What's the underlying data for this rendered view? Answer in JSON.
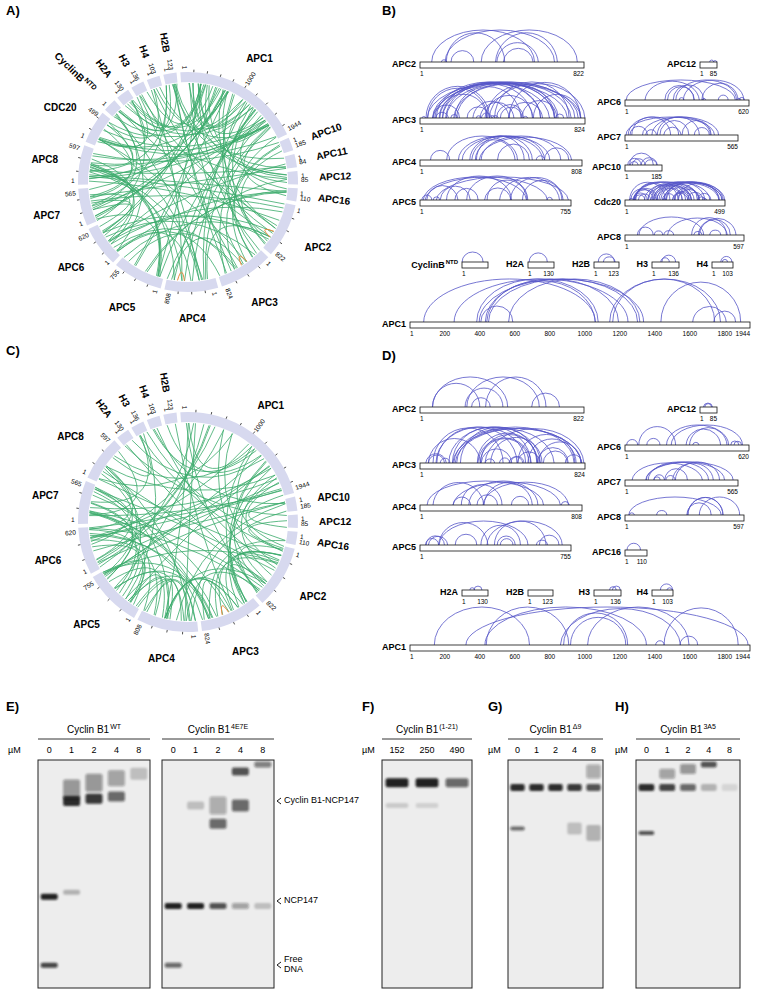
{
  "diagram": {
    "labels": [
      "A)",
      "APC1",
      "1",
      "1944",
      "APC10",
      "1",
      "185",
      "APC11",
      "1",
      "84",
      "APC12",
      "1",
      "85",
      "APC16",
      "1",
      "110",
      "APC2",
      "1",
      "822",
      "APC3",
      "1",
      "824",
      "APC4",
      "1",
      "808",
      "APC5",
      "1",
      "755",
      "APC6",
      "1",
      "620",
      "APC7",
      "1",
      "565",
      "APC8",
      "1",
      "597",
      "CDC20",
      "1",
      "499",
      "CyclinB",
      "NTD",
      "1",
      "H2A",
      "1",
      "130",
      "H3",
      "1",
      "136",
      "H4",
      "1",
      "103",
      "H2B",
      "1",
      "123",
      "1000",
      "B)",
      "APC2",
      "1",
      "822",
      "APC3",
      "1",
      "824",
      "APC4",
      "1",
      "808",
      "APC5",
      "1",
      "755",
      "APC12",
      "1",
      "85",
      "APC6",
      "1",
      "620",
      "APC7",
      "1",
      "565",
      "APC10",
      "1",
      "185",
      "Cdc20",
      "1",
      "499",
      "APC8",
      "1",
      "597",
      "CyclinB",
      "NTD",
      "1",
      "H2A",
      "1",
      "130",
      "H2B",
      "1",
      "123",
      "H3",
      "1",
      "136",
      "H4",
      "1",
      "103",
      "APC1",
      "1",
      "200",
      "400",
      "600",
      "800",
      "1000",
      "1200",
      "1400",
      "1600",
      "1800",
      "1944",
      "C)",
      "APC1",
      "1",
      "1944",
      "APC10",
      "1",
      "185",
      "APC12",
      "1",
      "85",
      "APC16",
      "1",
      "110",
      "APC2",
      "1",
      "822",
      "APC3",
      "1",
      "824",
      "APC4",
      "1",
      "808",
      "APC5",
      "1",
      "755",
      "APC6",
      "1",
      "620",
      "APC7",
      "1",
      "565",
      "APC8",
      "1",
      "597",
      "H2A",
      "1",
      "130",
      "H3",
      "1",
      "136",
      "H4",
      "1",
      "103",
      "H2B",
      "1",
      "123",
      "1000",
      "D)",
      "APC2",
      "1",
      "822",
      "APC3",
      "1",
      "824",
      "APC4",
      "1",
      "808",
      "APC5",
      "1",
      "755",
      "APC12",
      "1",
      "85",
      "APC6",
      "1",
      "620",
      "APC7",
      "1",
      "565",
      "APC8",
      "1",
      "597",
      "APC16",
      "1",
      "110",
      "H2A",
      "1",
      "130",
      "H2B",
      "1",
      "123",
      "H3",
      "1",
      "136",
      "H4",
      "1",
      "103",
      "APC1",
      "1",
      "200",
      "400",
      "600",
      "800",
      "1000",
      "1200",
      "1400",
      "1600",
      "1800",
      "1944",
      "E)",
      "Cyclin B1",
      "WT",
      "Cyclin B1",
      "4E7E",
      "µM",
      "0",
      "1",
      "2",
      "4",
      "8",
      "0",
      "1",
      "2",
      "4",
      "8",
      "Cyclin B1-NCP147",
      "NCP147",
      "Free DNA",
      "F)",
      "Cyclin B1",
      "(1-21)",
      "µM",
      "152",
      "250",
      "490",
      "G)",
      "Cyclin B1",
      "Δ9",
      "µM",
      "0",
      "1",
      "2",
      "4",
      "8",
      "H)",
      "Cyclin B1",
      "3A5",
      "µM",
      "0",
      "1",
      "2",
      "4",
      "8"
    ]
  }
}
